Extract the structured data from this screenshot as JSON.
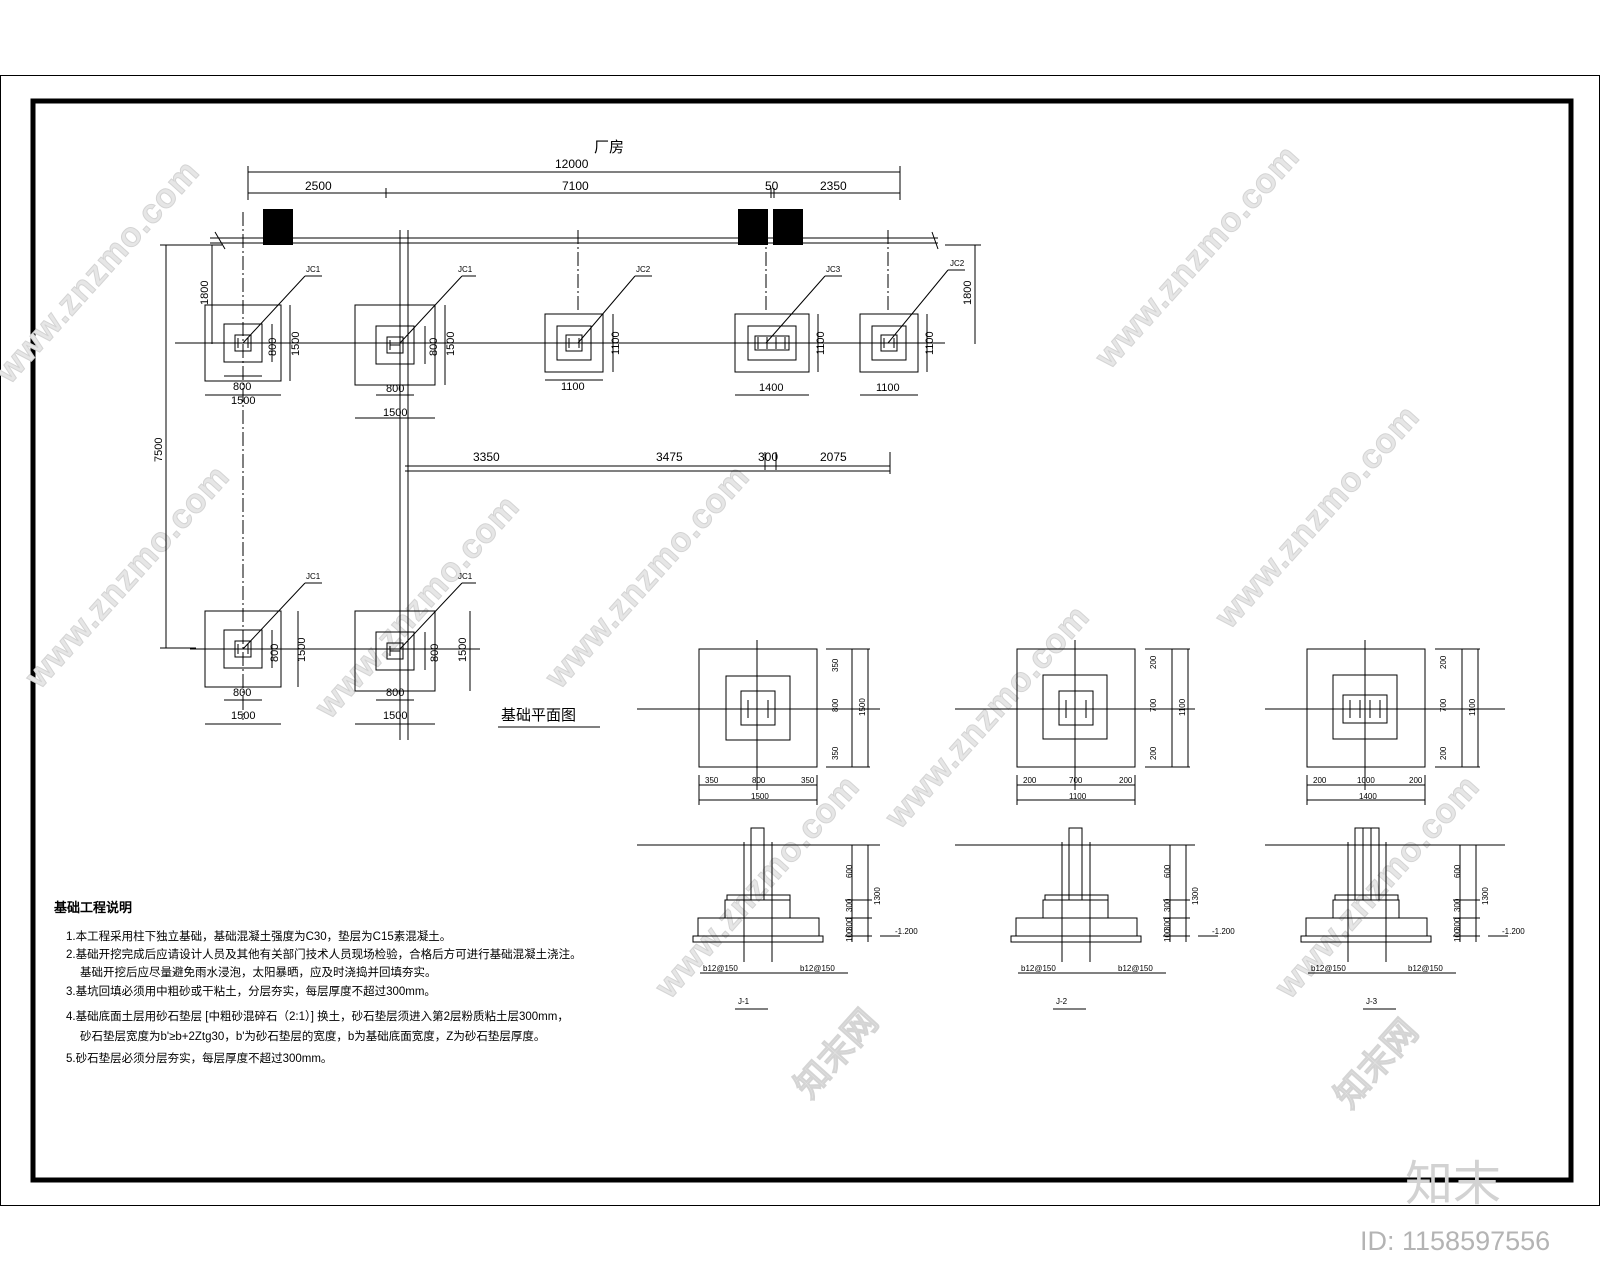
{
  "title": "厂房",
  "plan_title": "基础平面图",
  "top_dims": {
    "total": "12000",
    "segments": [
      "2500",
      "7100",
      "50",
      "2350"
    ]
  },
  "mid_dims": [
    "3350",
    "3475",
    "300",
    "2075"
  ],
  "side_dims": {
    "left_top": "1800",
    "left_main": "7500",
    "right_top": "1800"
  },
  "footings_top": [
    {
      "label": "JC1",
      "inner_w": "800",
      "inner_h": "800",
      "outer_w": "1500",
      "outer_h": "1500"
    },
    {
      "label": "JC1",
      "inner_w": "800",
      "inner_h": "800",
      "outer_w": "1500",
      "outer_h": "1500"
    },
    {
      "label": "JC2",
      "outer_w": "1100",
      "outer_h": "1100"
    },
    {
      "label": "JC3",
      "outer_w": "1400",
      "outer_h": "1100"
    },
    {
      "label": "JC2",
      "outer_w": "1100",
      "outer_h": "1100"
    }
  ],
  "footings_bottom": [
    {
      "label": "JC1",
      "inner_w": "800",
      "inner_h": "800",
      "outer_w": "1500",
      "outer_h": "1500"
    },
    {
      "label": "JC1",
      "inner_w": "800",
      "inner_h": "800",
      "outer_w": "1500",
      "outer_h": "1500"
    }
  ],
  "details": [
    {
      "plan_top": "350",
      "plan_mid": "800",
      "plan_bot": "350",
      "plan_total": "1500",
      "w_left": "350",
      "w_mid": "800",
      "w_right": "350",
      "w_total": "1500",
      "sec_dims": [
        "600",
        "300",
        "300",
        "100"
      ],
      "sec_total": "1300",
      "elev": "-1.200",
      "rebar_left": "b12@150",
      "rebar_right": "b12@150",
      "caption": "J-1"
    },
    {
      "plan_top": "200",
      "plan_mid": "700",
      "plan_bot": "200",
      "plan_total": "1100",
      "w_left": "200",
      "w_mid": "700",
      "w_right": "200",
      "w_total": "1100",
      "sec_dims": [
        "600",
        "300",
        "300",
        "100"
      ],
      "sec_total": "1300",
      "elev": "-1.200",
      "rebar_left": "b12@150",
      "rebar_right": "b12@150",
      "caption": "J-2"
    },
    {
      "plan_top": "200",
      "plan_mid": "700",
      "plan_bot": "200",
      "plan_total": "1100",
      "w_left": "200",
      "w_mid": "1000",
      "w_right": "200",
      "w_total": "1400",
      "sec_dims": [
        "600",
        "300",
        "300",
        "100"
      ],
      "sec_total": "1300",
      "elev": "-1.200",
      "rebar_left": "b12@150",
      "rebar_right": "b12@150",
      "caption": "J-3"
    }
  ],
  "notes": {
    "heading": "基础工程说明",
    "items": [
      "1.本工程采用柱下独立基础，基础混凝土强度为C30，垫层为C15素混凝土。",
      "2.基础开挖完成后应请设计人员及其他有关部门技术人员现场检验，合格后方可进行基础混凝土浇注。",
      "基础开挖后应尽量避免雨水浸泡，太阳暴晒，应及时浇捣并回填夯实。",
      "3.基坑回填必须用中粗砂或干粘土，分层夯实，每层厚度不超过300mm。",
      "4.基础底面土层用砂石垫层  [中粗砂混碎石（2:1）] 换土，砂石垫层须进入第2层粉质粘土层300mm，",
      "砂石垫层宽度为b'≥b+2Ztg30，b'为砂石垫层的宽度，b为基础底面宽度，Z为砂石垫层厚度。",
      "5.砂石垫层必须分层夯实，每层厚度不超过300mm。"
    ]
  },
  "watermark": {
    "site": "www.znzmo.com",
    "cn": "知末网",
    "brand": "知末",
    "id": "ID: 1158597556"
  }
}
